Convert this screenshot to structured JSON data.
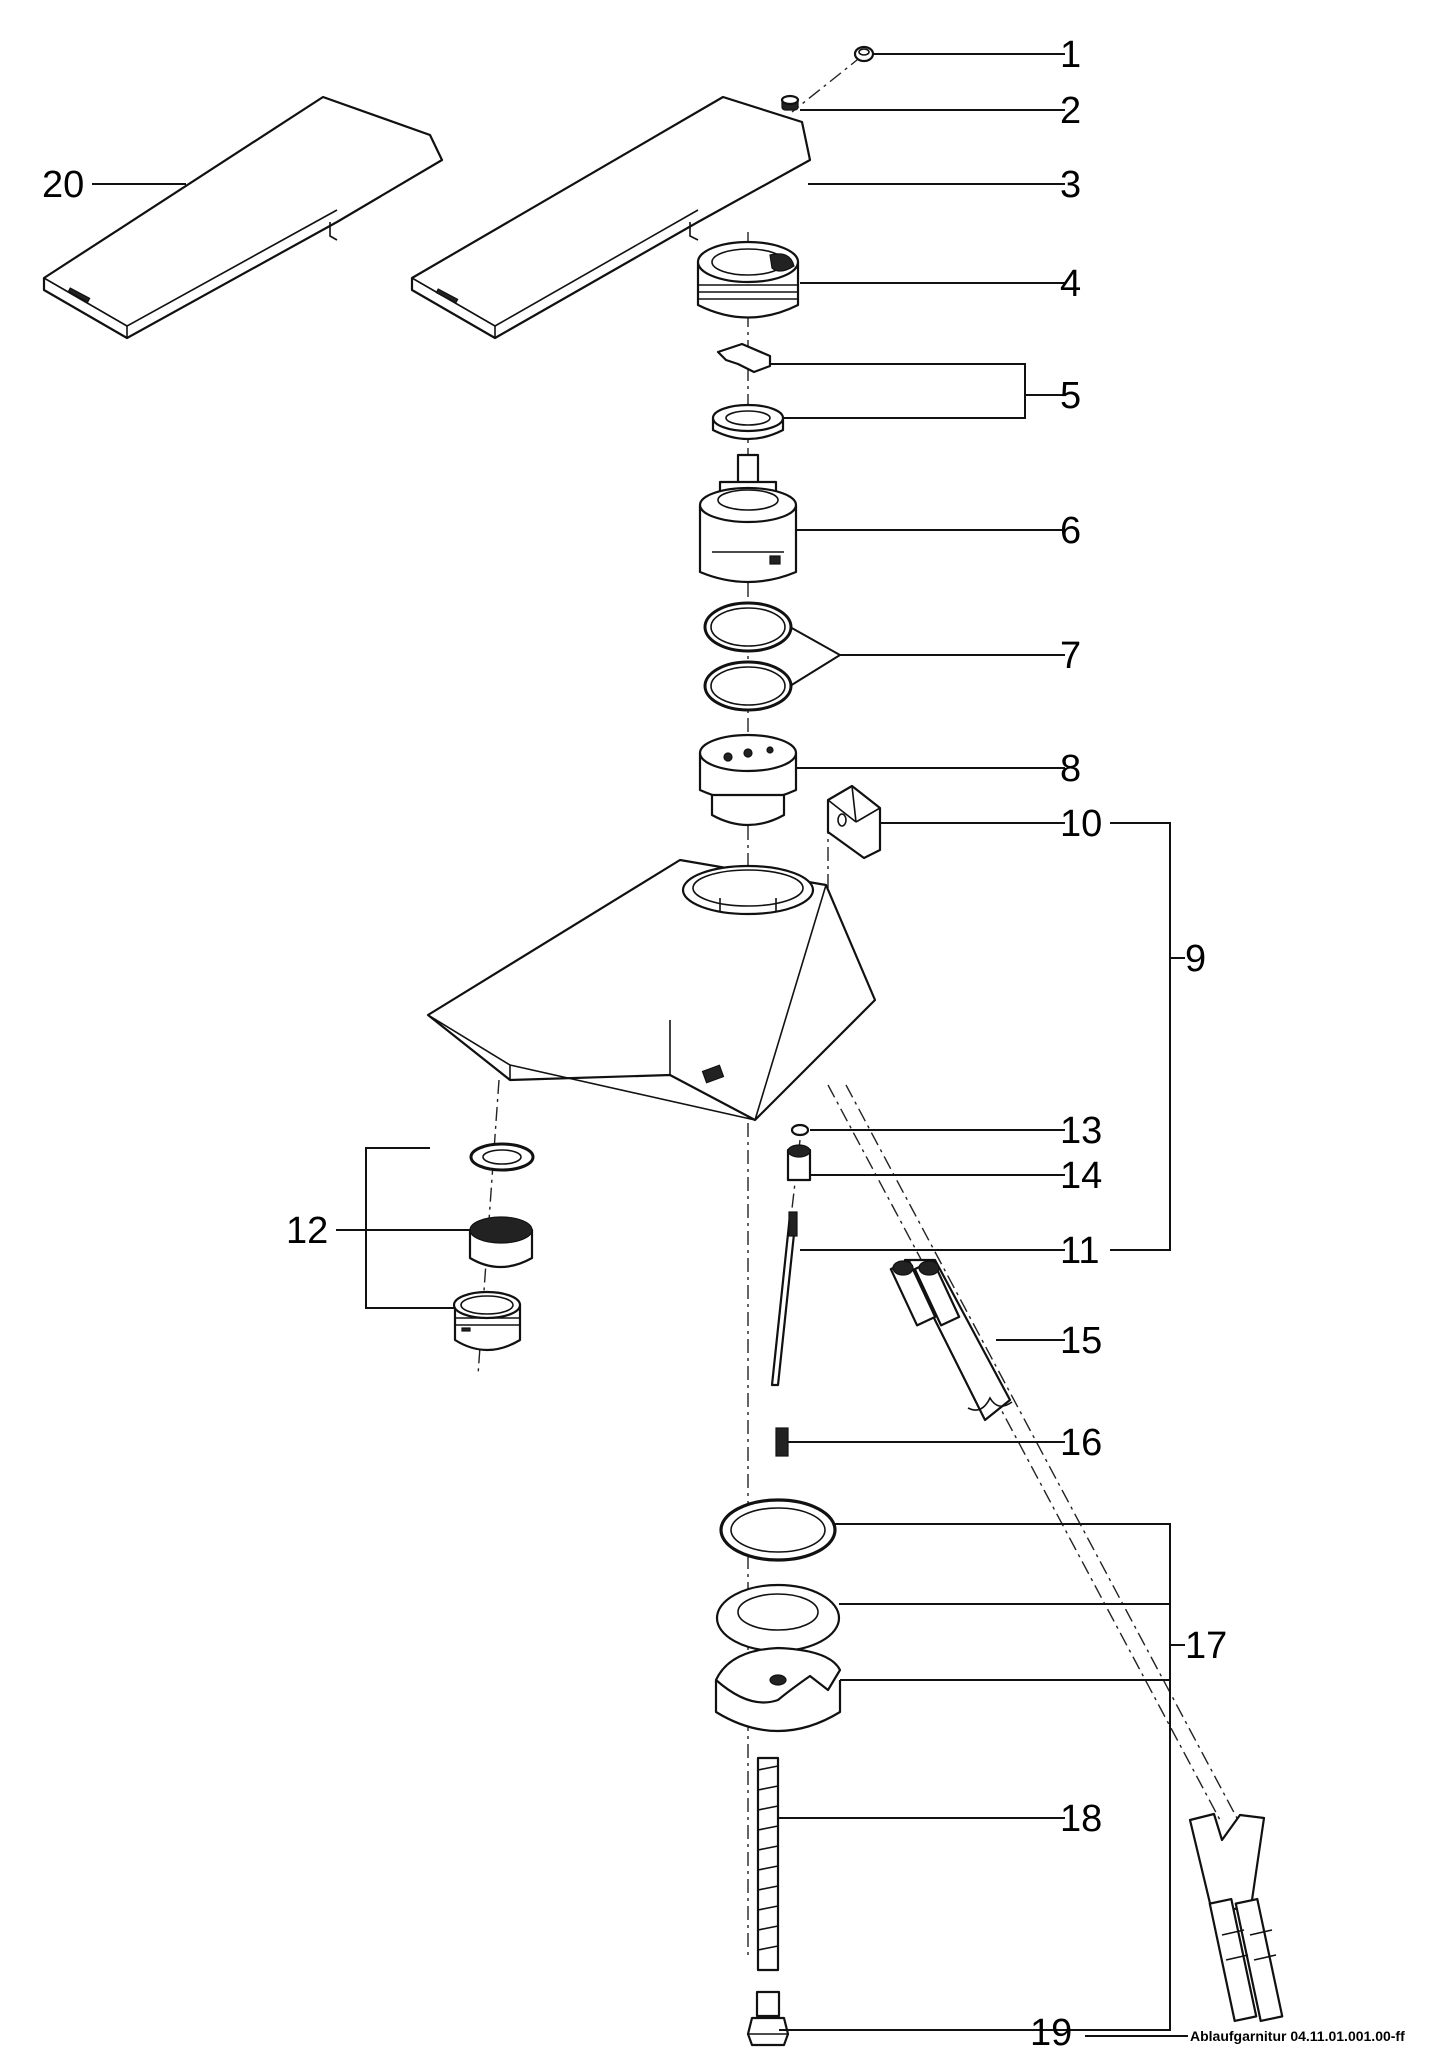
{
  "labels": {
    "p1": "1",
    "p2": "2",
    "p3": "3",
    "p4": "4",
    "p5": "5",
    "p6": "6",
    "p7": "7",
    "p8": "8",
    "p9": "9",
    "p10": "10",
    "p11": "11",
    "p12": "12",
    "p13": "13",
    "p14": "14",
    "p15": "15",
    "p16": "16",
    "p17": "17",
    "p18": "18",
    "p19": "19",
    "p20": "20"
  },
  "footer_ref": "Ablaufgarnitur 04.11.01.001.00-ff"
}
